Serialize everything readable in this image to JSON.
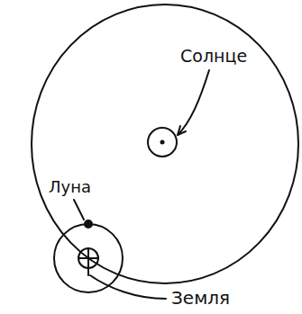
{
  "diagram": {
    "labels": [
      "Солнце",
      "Луна",
      "Земля"
    ]
  }
}
